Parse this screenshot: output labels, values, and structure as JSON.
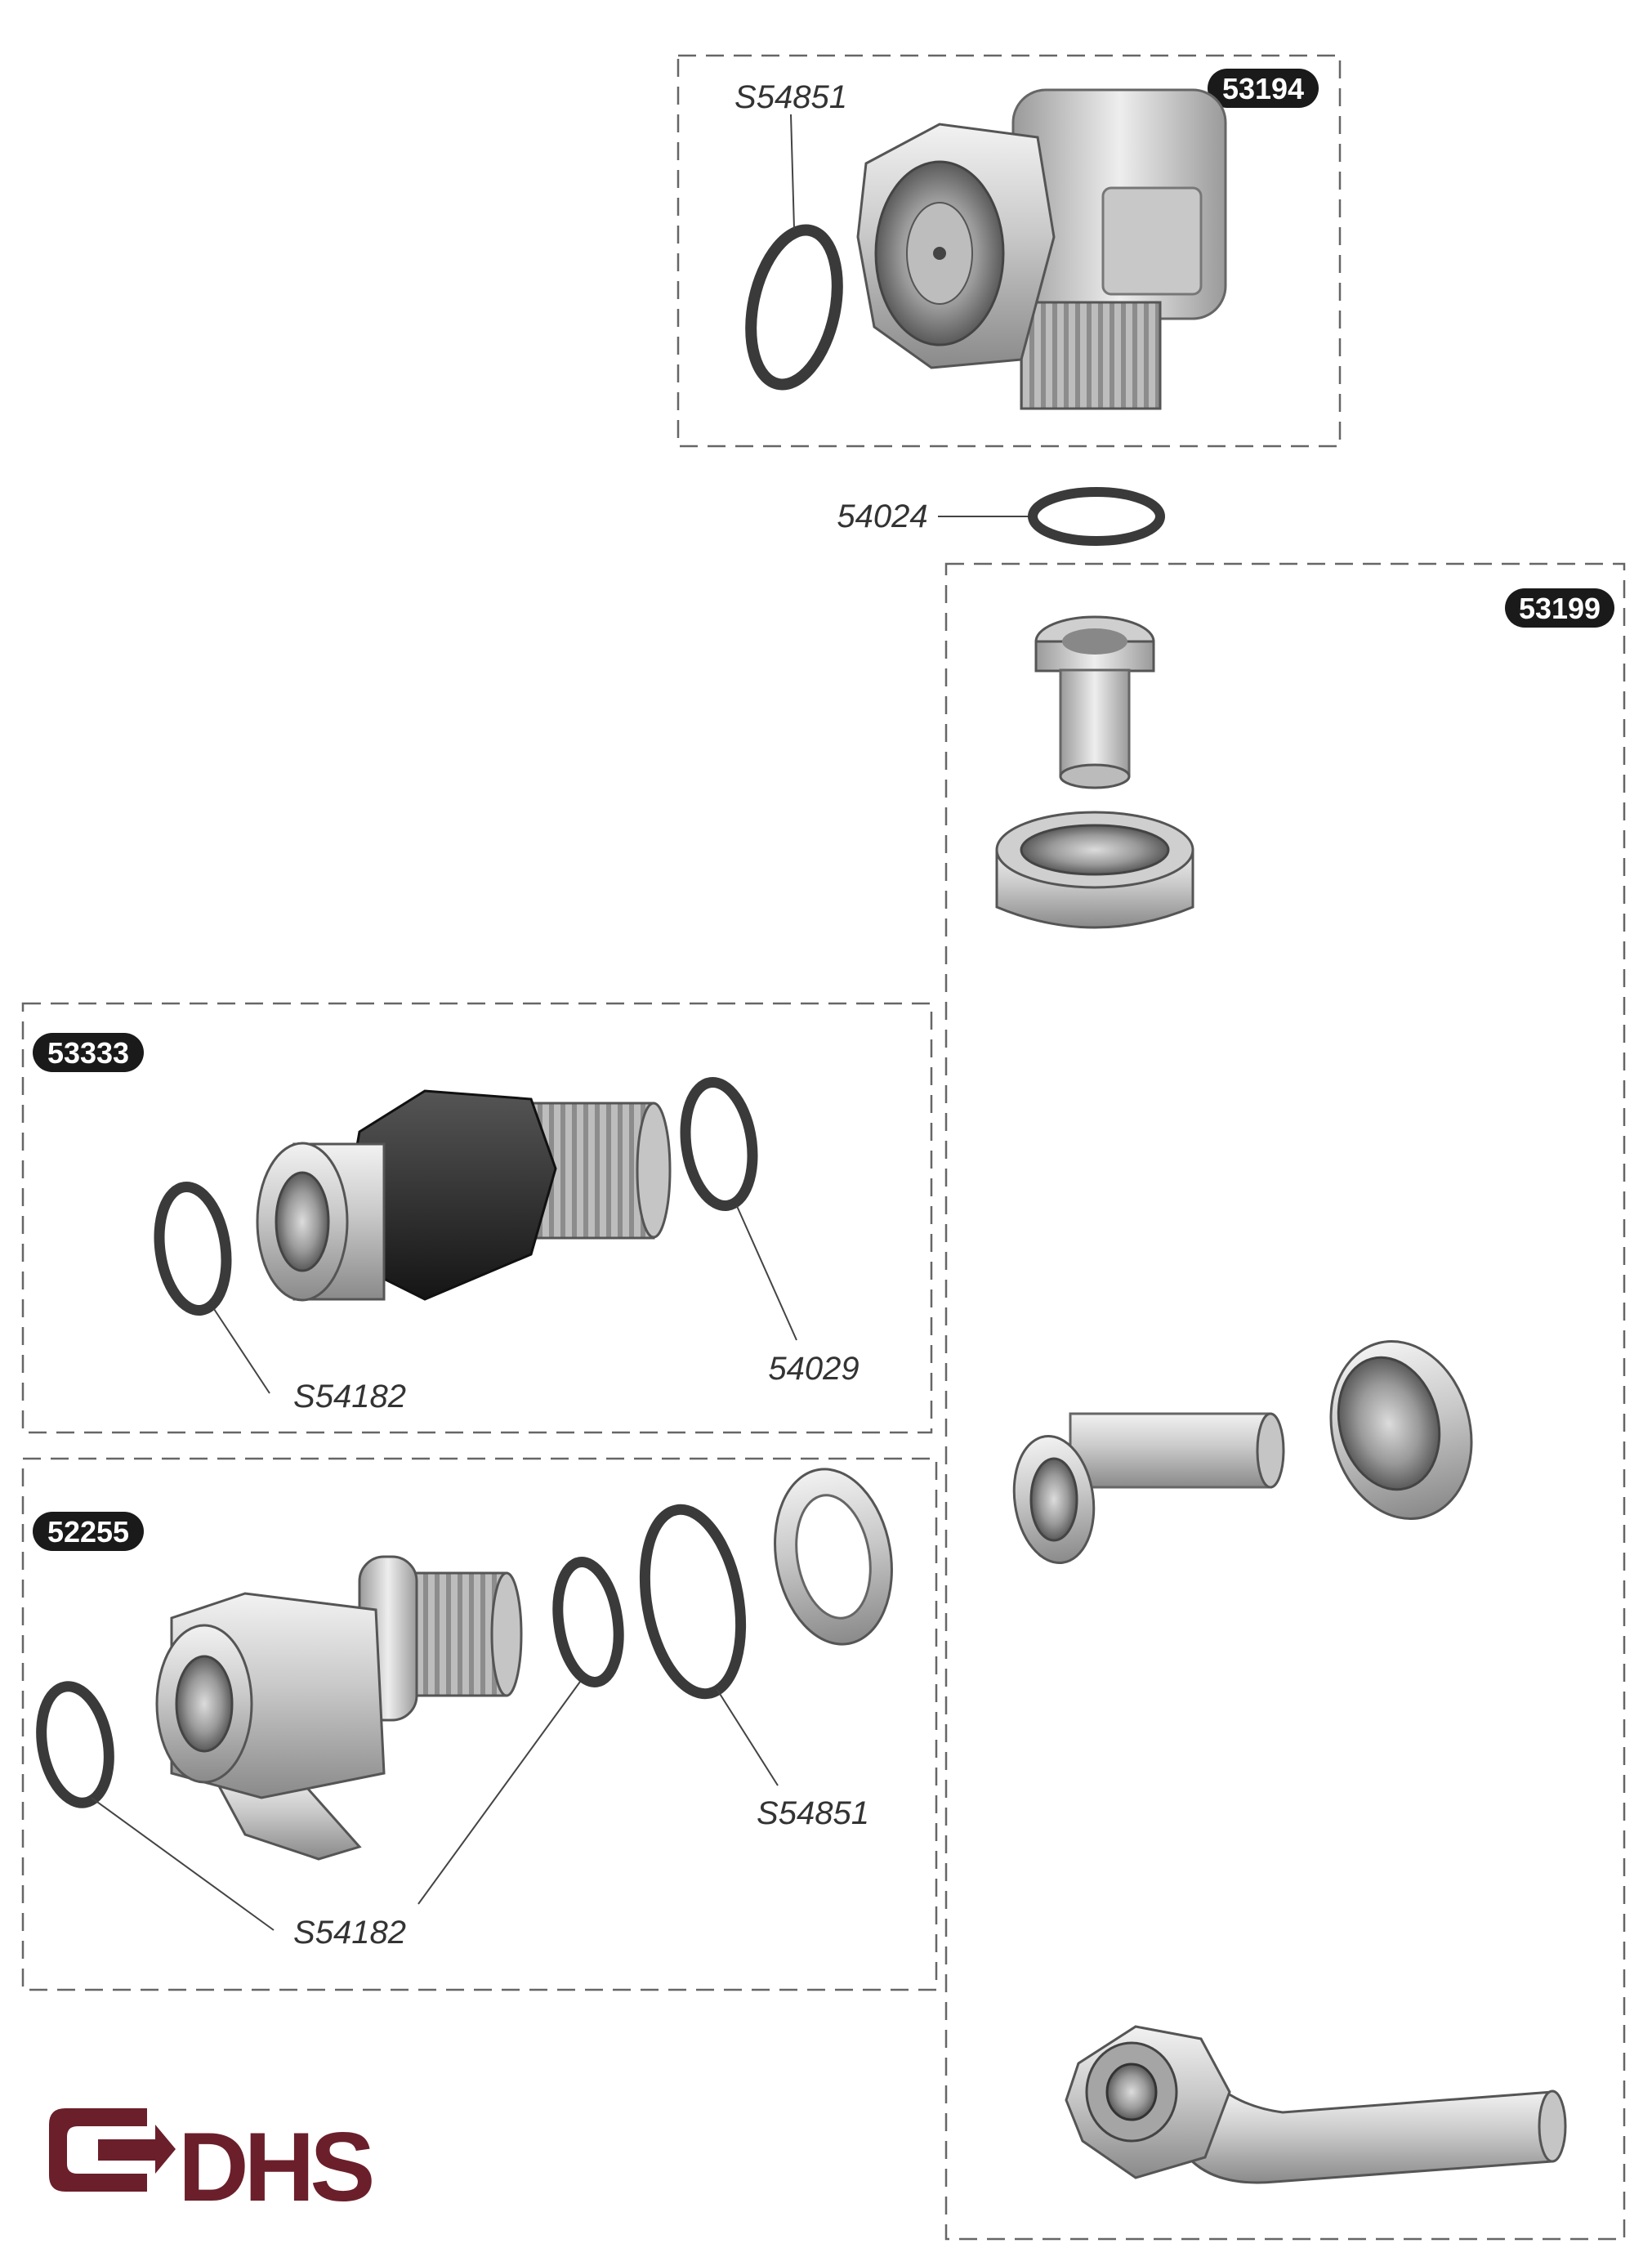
{
  "kits": {
    "k53194": "53194",
    "k53199": "53199",
    "k53333": "53333",
    "k52255": "52255"
  },
  "parts": {
    "top_oring": "S54851",
    "washer_54024": "54024",
    "left_oring_53333": "S54182",
    "right_oring_53333": "54029",
    "oring_52255": "S54851",
    "oring_left_52255": "S54182"
  },
  "logo": {
    "text": "DHS",
    "color": "#6b1f2a"
  },
  "colors": {
    "badge": "#1a1a1a",
    "metal_light": "#e6e6e6",
    "metal_mid": "#b8b8b8",
    "metal_dark": "#7a7a7a",
    "hex_dark": "#2a2a2a",
    "ring": "#3a3a3a"
  }
}
